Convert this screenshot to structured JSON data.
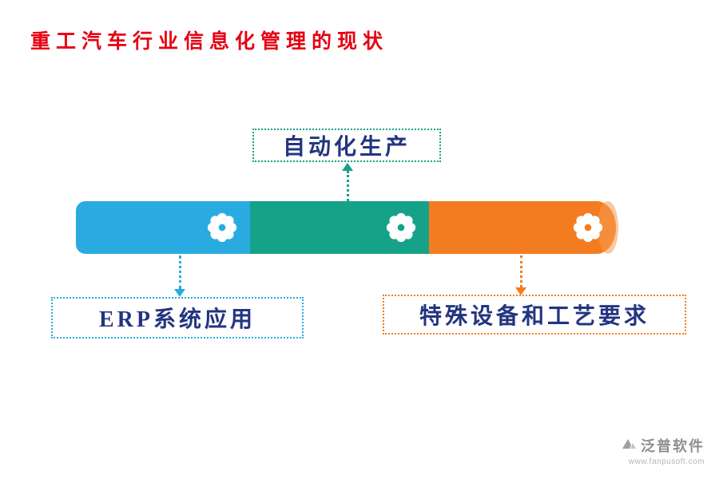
{
  "title": {
    "text": "重工汽车行业信息化管理的现状",
    "color": "#e60012"
  },
  "bar": {
    "segments": [
      {
        "id": "erp",
        "color": "#29abe2"
      },
      {
        "id": "automation",
        "color": "#16a288"
      },
      {
        "id": "special-equipment",
        "color": "#f47c20"
      }
    ],
    "cap_color": "#f89a52",
    "gear_icon_color": "#ffffff"
  },
  "callouts": {
    "top": {
      "text": "自动化生产",
      "color": "#16a288",
      "text_color": "#233580"
    },
    "bottom_left": {
      "text": "ERP系统应用",
      "color": "#29abe2",
      "text_color": "#233580"
    },
    "bottom_right": {
      "text": "特殊设备和工艺要求",
      "color": "#f47c20",
      "text_color": "#233580"
    }
  },
  "footer": {
    "brand": "泛普软件",
    "url": "www.fanpusoft.com",
    "brand_color": "#8f8f8f",
    "url_color": "#bfb0b0"
  }
}
